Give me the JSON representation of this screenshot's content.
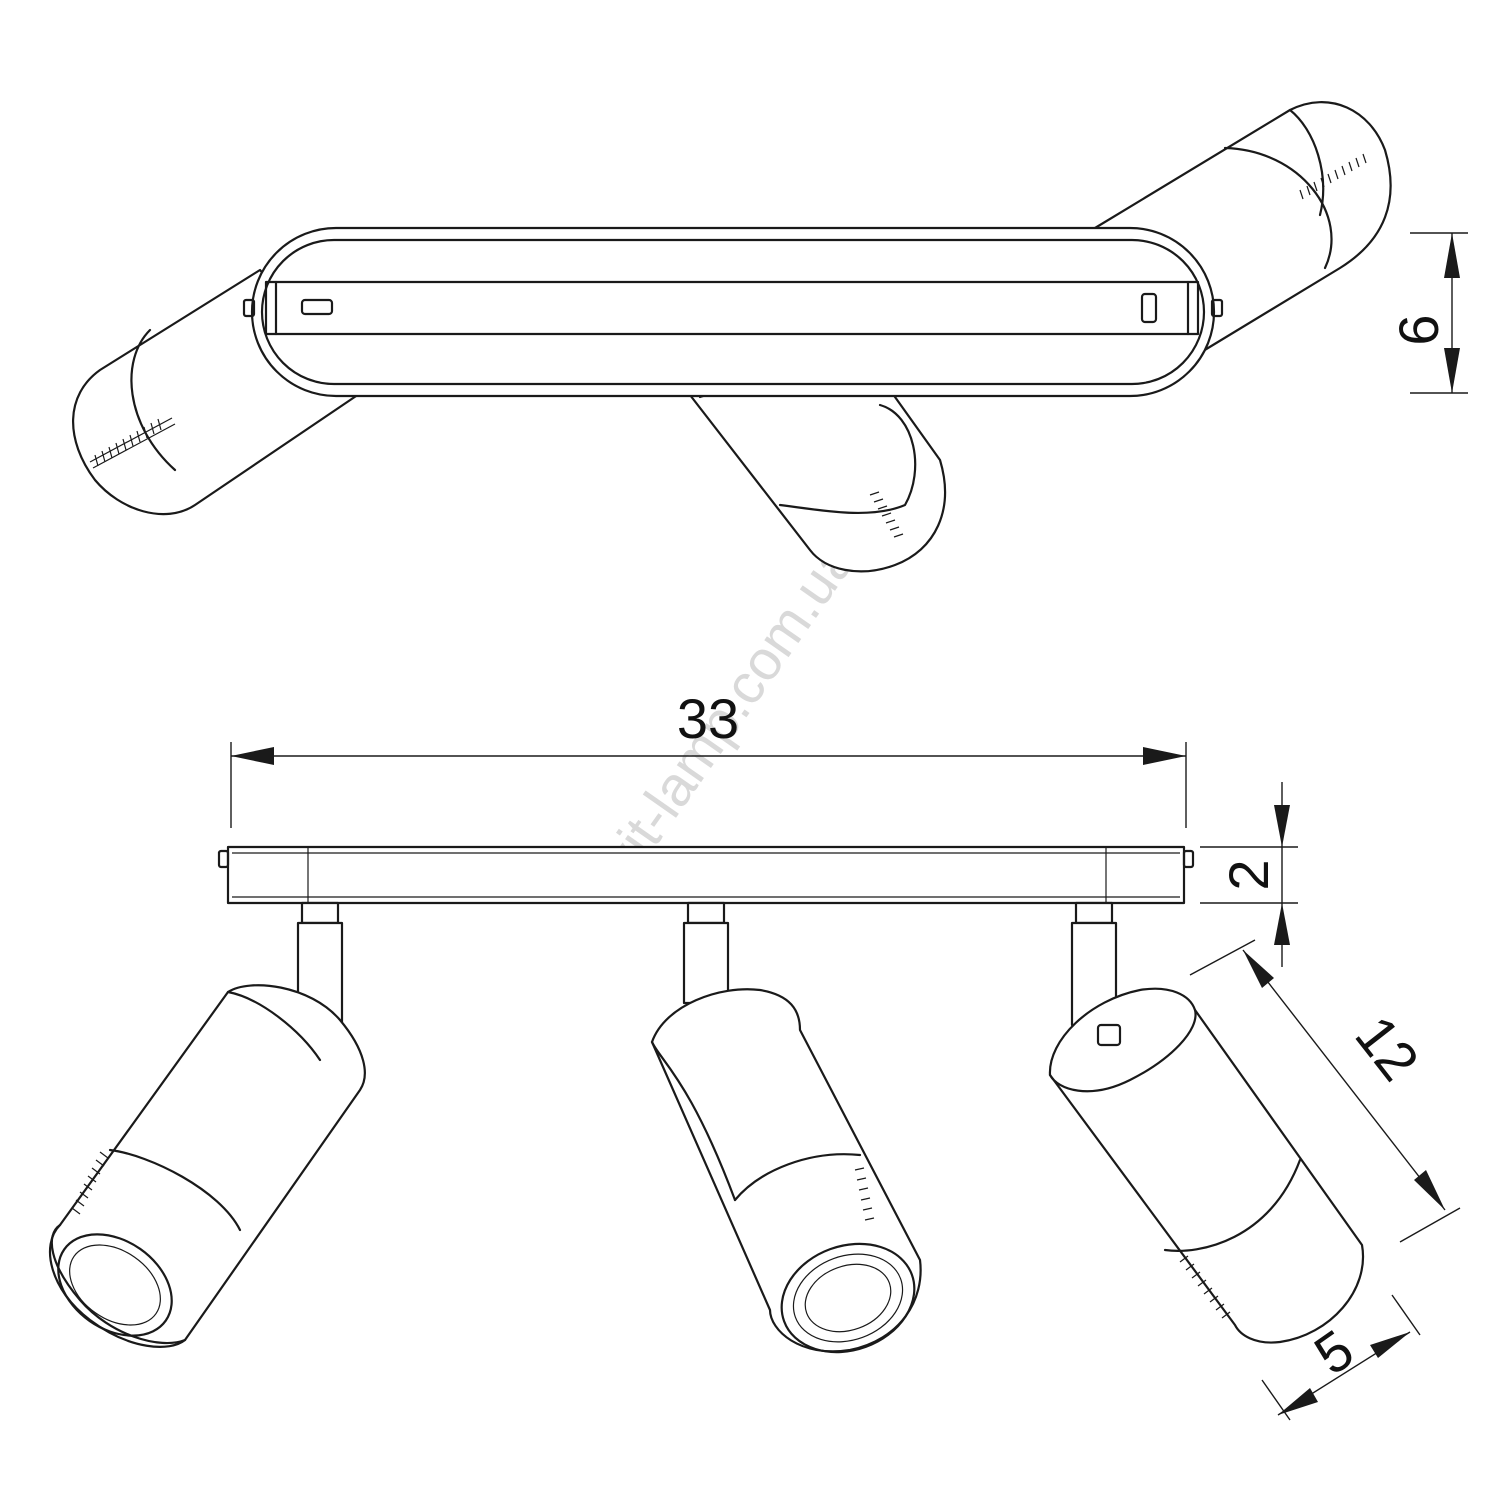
{
  "dimensions": {
    "depth": "6",
    "length": "33",
    "base_height": "2",
    "shade_length": "12",
    "shade_diameter": "5"
  },
  "watermark": "svit-lamp.com.ua",
  "colors": {
    "line": "#1a1a1a",
    "watermark": "#d9d9d9",
    "background": "#ffffff"
  }
}
